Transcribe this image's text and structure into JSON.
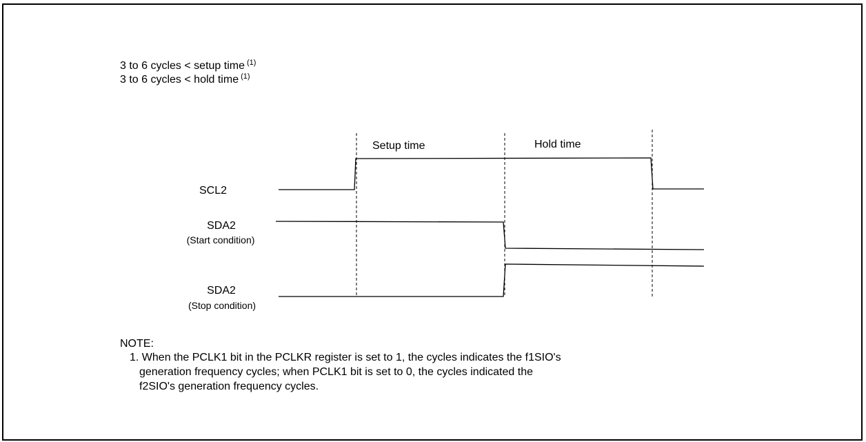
{
  "header": {
    "setup_line": "3 to 6 cycles < setup time",
    "hold_line": "3 to 6 cycles < hold time",
    "footnote_ref": "(1)"
  },
  "timing": {
    "setup_label": "Setup time",
    "hold_label": "Hold time"
  },
  "signals": {
    "scl": "SCL2",
    "sda_start": "SDA2",
    "sda_start_sub": "(Start condition)",
    "sda_stop": "SDA2",
    "sda_stop_sub": "(Stop condition)"
  },
  "note": {
    "heading": "NOTE:",
    "line1": "1. When the PCLK1 bit in the PCLKR register is set to 1, the cycles indicates the f1SIO's",
    "line2": "generation frequency cycles; when PCLK1 bit is set to 0, the cycles indicated the",
    "line3": "f2SIO's generation frequency cycles."
  }
}
